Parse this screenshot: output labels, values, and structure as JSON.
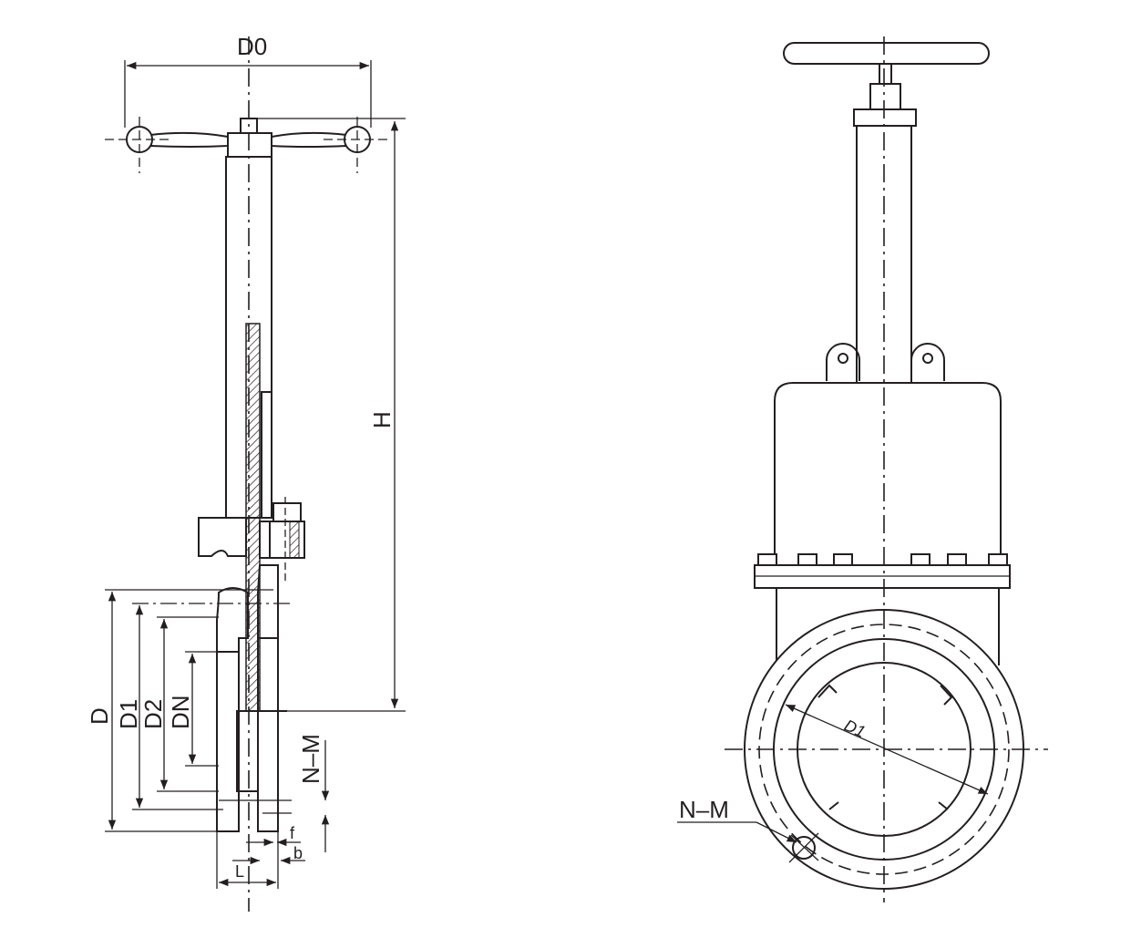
{
  "side_view": {
    "labels": {
      "handwheel_diameter": "D0",
      "height": "H",
      "flange_outer_diameter": "D",
      "bolt_circle_diameter": "D1",
      "raised_face_diameter": "D2",
      "nominal_diameter": "DN",
      "bolt_holes": "N–M",
      "face_height": "f",
      "flange_thickness": "b",
      "length": "L"
    }
  },
  "front_view": {
    "labels": {
      "bolt_circle_diameter": "D1",
      "bolt_holes": "N–M"
    }
  },
  "colors": {
    "line": "#231f20",
    "background": "#ffffff"
  }
}
